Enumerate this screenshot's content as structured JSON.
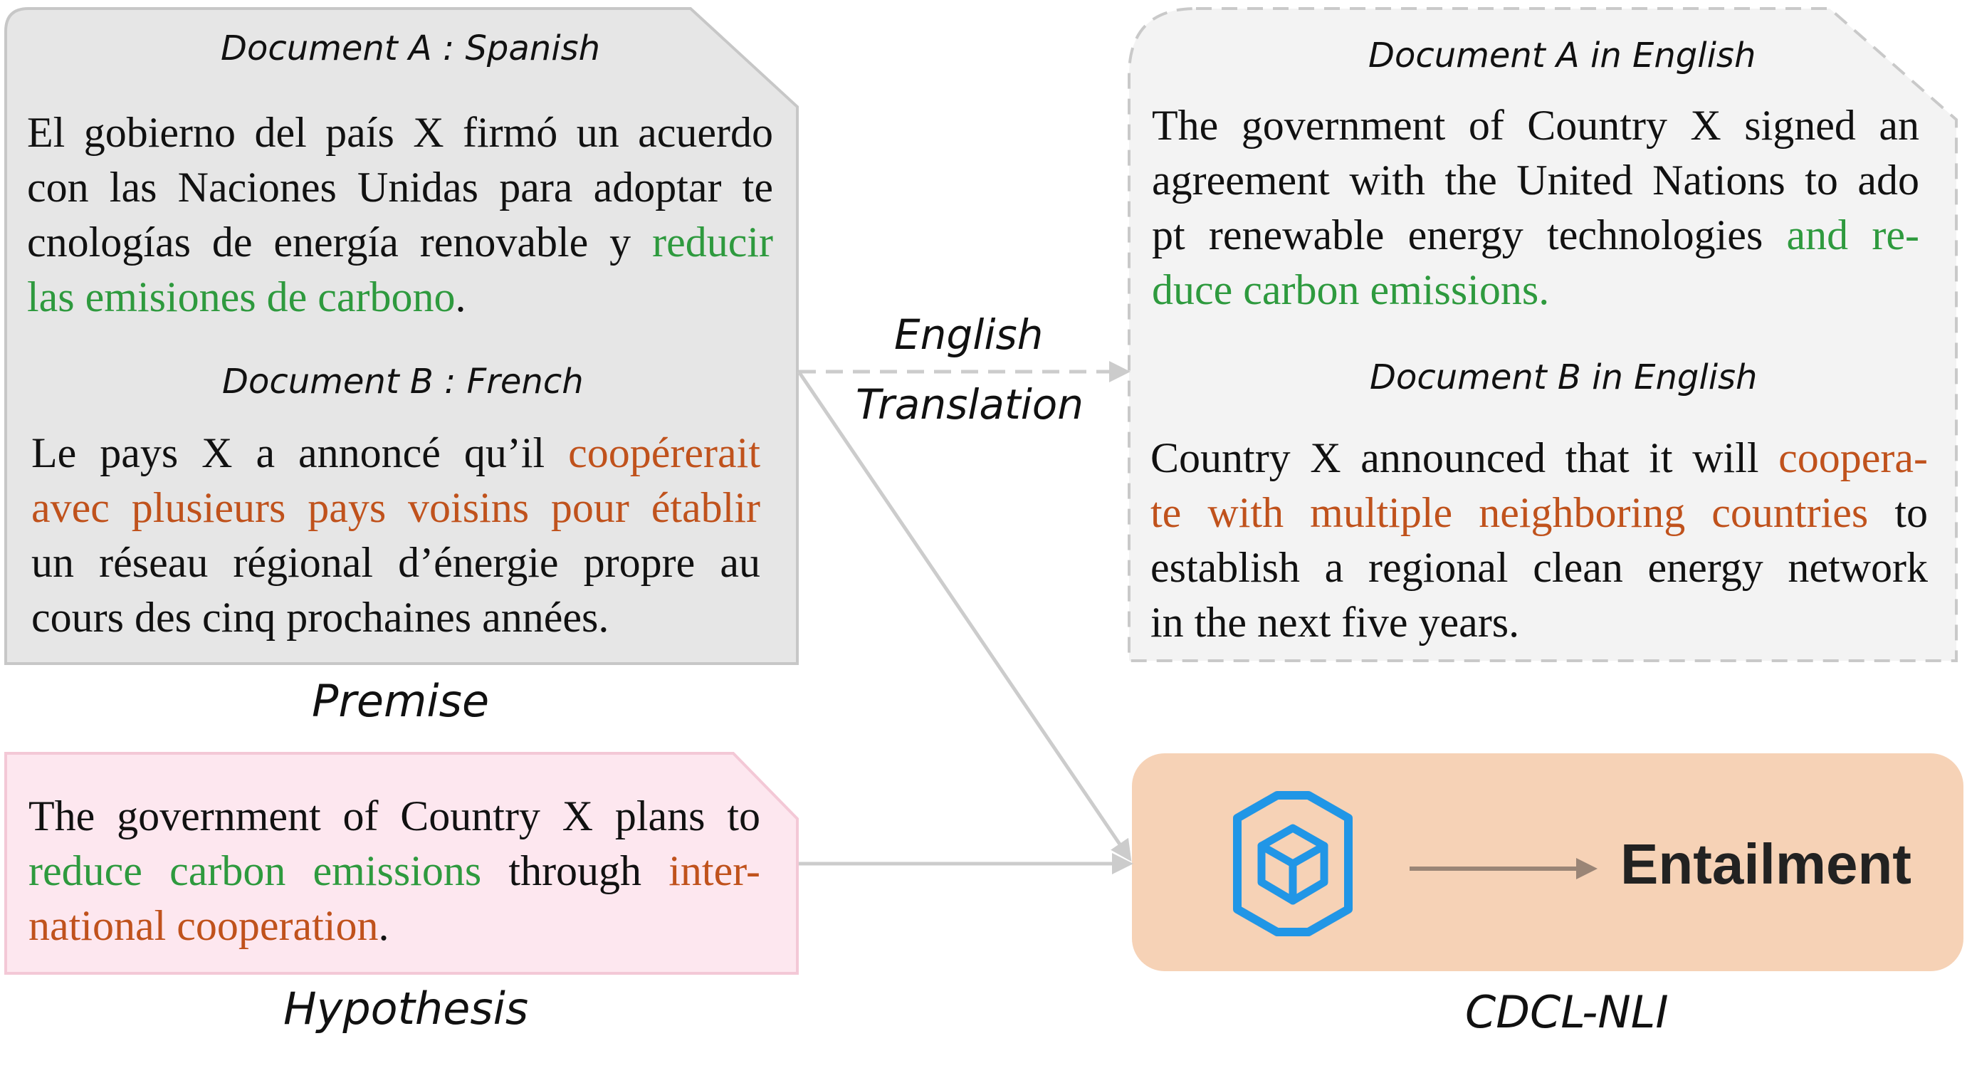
{
  "premise": {
    "doc_a_title": "Document A : Spanish",
    "doc_a_lines": [
      [
        {
          "t": "El gobierno del país X firmó un acuerdo",
          "c": ""
        }
      ],
      [
        {
          "t": "con las Naciones Unidas para adoptar te",
          "c": ""
        }
      ],
      [
        {
          "t": "cnologías de energía renovable y ",
          "c": ""
        },
        {
          "t": "reducir",
          "c": "green"
        }
      ],
      [
        {
          "t": "las emisiones de carbono",
          "c": "green"
        },
        {
          "t": ".",
          "c": ""
        }
      ]
    ],
    "doc_b_title": "Document B : French",
    "doc_b_lines": [
      [
        {
          "t": "Le pays X a annoncé qu’il ",
          "c": ""
        },
        {
          "t": "coopérerait",
          "c": "orange"
        }
      ],
      [
        {
          "t": "avec plusieurs pays voisins pour établir",
          "c": "orange"
        }
      ],
      [
        {
          "t": "un réseau régional d’énergie propre au",
          "c": ""
        }
      ],
      [
        {
          "t": "cours des cinq prochaines années.",
          "c": ""
        }
      ]
    ],
    "caption": "Premise"
  },
  "translation": {
    "label_line1": "English",
    "label_line2": "Translation",
    "doc_a_title": "Document A in English",
    "doc_a_lines": [
      [
        {
          "t": "The government of Country X signed an",
          "c": ""
        }
      ],
      [
        {
          "t": "agreement with the United Nations to ado",
          "c": ""
        }
      ],
      [
        {
          "t": "pt renewable energy technologies ",
          "c": ""
        },
        {
          "t": "and re-",
          "c": "green"
        }
      ],
      [
        {
          "t": "duce carbon emissions.",
          "c": "green"
        }
      ]
    ],
    "doc_b_title": "Document B in English",
    "doc_b_lines": [
      [
        {
          "t": "Country X announced that it will ",
          "c": ""
        },
        {
          "t": "coopera-",
          "c": "orange"
        }
      ],
      [
        {
          "t": "te with multiple neighboring countries",
          "c": "orange"
        },
        {
          "t": " to",
          "c": ""
        }
      ],
      [
        {
          "t": "establish a regional clean energy network",
          "c": ""
        }
      ],
      [
        {
          "t": "in the next five years.",
          "c": ""
        }
      ]
    ]
  },
  "hypothesis": {
    "lines": [
      [
        {
          "t": "The government of Country X plans to",
          "c": ""
        }
      ],
      [
        {
          "t": "reduce carbon emissions",
          "c": "green"
        },
        {
          "t": " through ",
          "c": ""
        },
        {
          "t": "inter-",
          "c": "orange"
        }
      ],
      [
        {
          "t": "national cooperation",
          "c": "orange"
        },
        {
          "t": ".",
          "c": ""
        }
      ]
    ],
    "caption": "Hypothesis"
  },
  "model": {
    "icon": "cube-icon",
    "result": "Entailment",
    "caption": "CDCL-NLI"
  },
  "colors": {
    "premise_fill": "#e6e6e6",
    "premise_stroke": "#c7c7c7",
    "translation_fill": "#f3f3f3",
    "translation_stroke": "#c9c9c9",
    "hypothesis_fill": "#fde7ef",
    "hypothesis_stroke": "#f3c8d6",
    "model_fill": "#f6d2b6",
    "connector": "#cccccc",
    "icon_blue": "#2196e6",
    "result_arrow": "#9a8576",
    "green_text": "#2e9a3e",
    "orange_text": "#c0521c"
  }
}
